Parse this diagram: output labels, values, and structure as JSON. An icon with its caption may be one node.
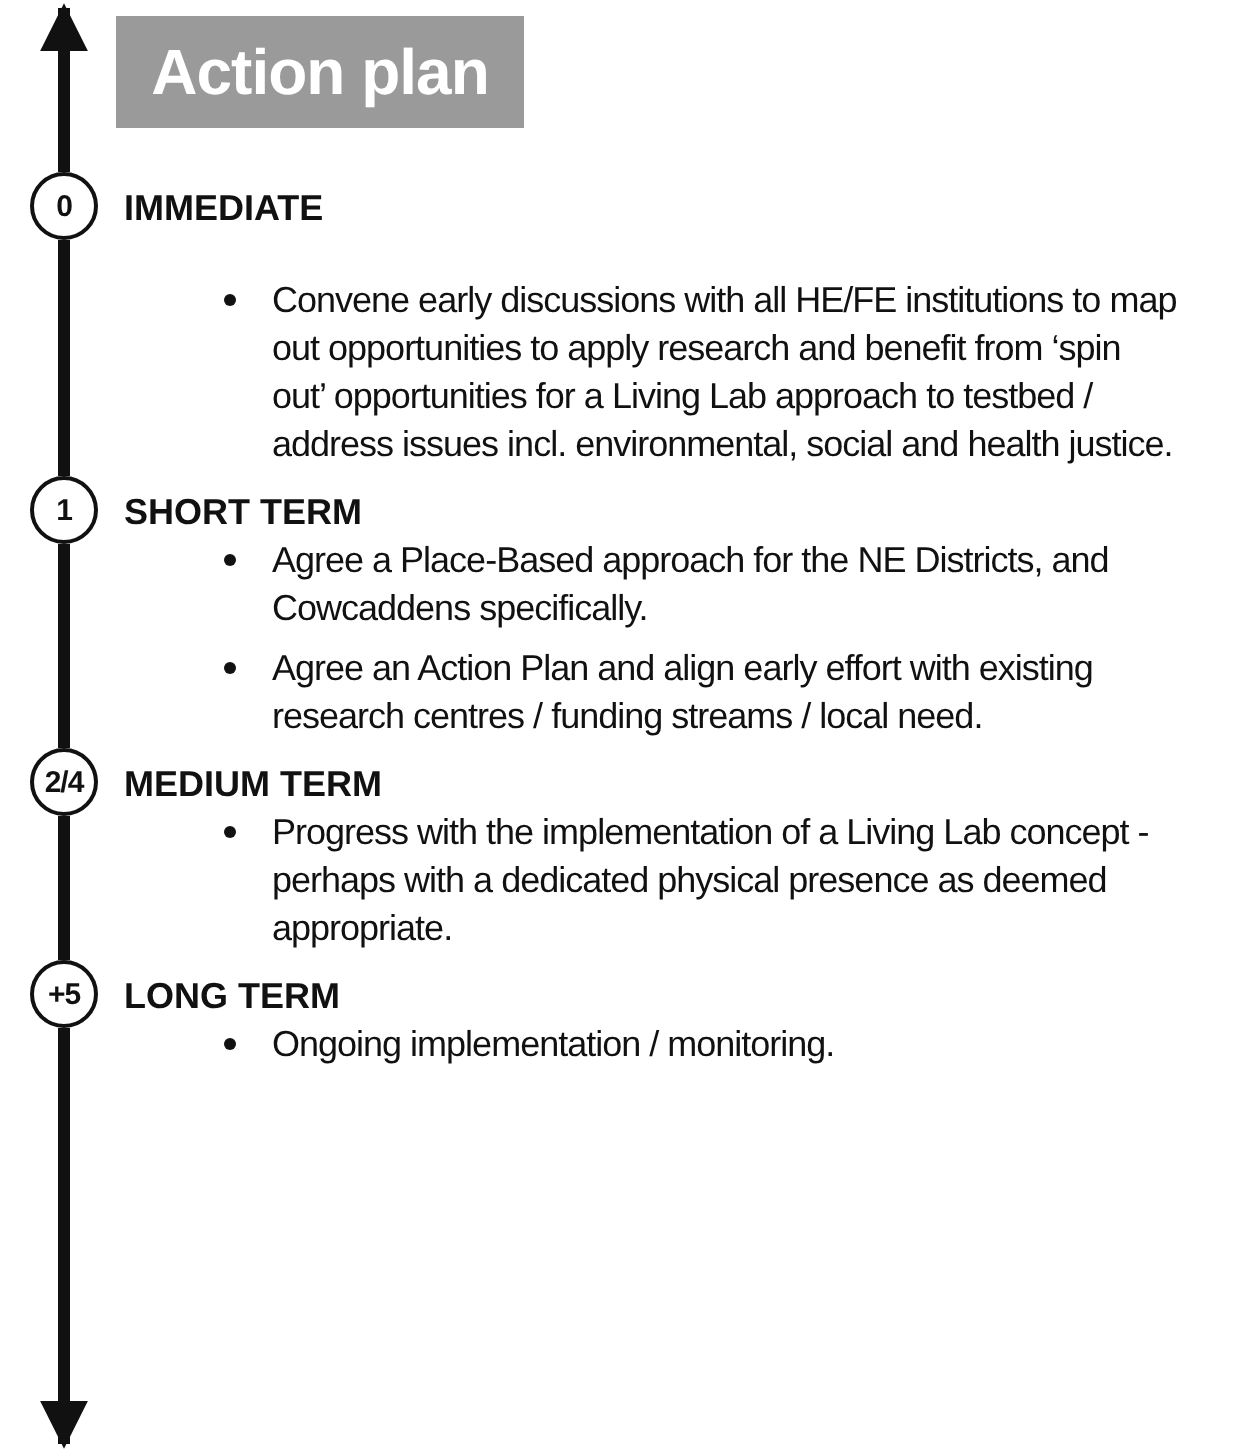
{
  "diagram": {
    "title": "Action plan",
    "nodes": [
      {
        "text": [
          "0"
        ],
        "beside": [
          "IMMEDIATE",
          "Convene early discussions with all HE/FE institutions to map out opportunities to apply research and benefit from ‘spin out’ opportunities for a Living Lab approach to testbed / address issues incl. environmental, social and health justice."
        ]
      },
      {
        "text": [
          "1"
        ],
        "beside": [
          "SHORT TERM",
          "Agree a Place-Based approach for the NE Districts, and Cowcaddens specifically.",
          "Agree an Action Plan and align early effort with existing research centres / funding streams / local need."
        ]
      },
      {
        "text": [
          "2/4"
        ],
        "beside": [
          "MEDIUM TERM",
          "Progress with the implementation of a Living Lab concept - perhaps with a dedicated physical presence as deemed appropriate."
        ]
      },
      {
        "text": [
          "+5"
        ],
        "beside": [
          "LONG TERM",
          "Ongoing implementation / monitoring."
        ]
      }
    ],
    "edges": [
      {
        "from": 0,
        "to": null,
        "arrow": "to"
      },
      {
        "from": 0,
        "to": 1,
        "arrow": "none"
      },
      {
        "from": 1,
        "to": 2,
        "arrow": "none"
      },
      {
        "from": 2,
        "to": 3,
        "arrow": "none"
      },
      {
        "from": 3,
        "to": null,
        "arrow": "to"
      }
    ]
  }
}
